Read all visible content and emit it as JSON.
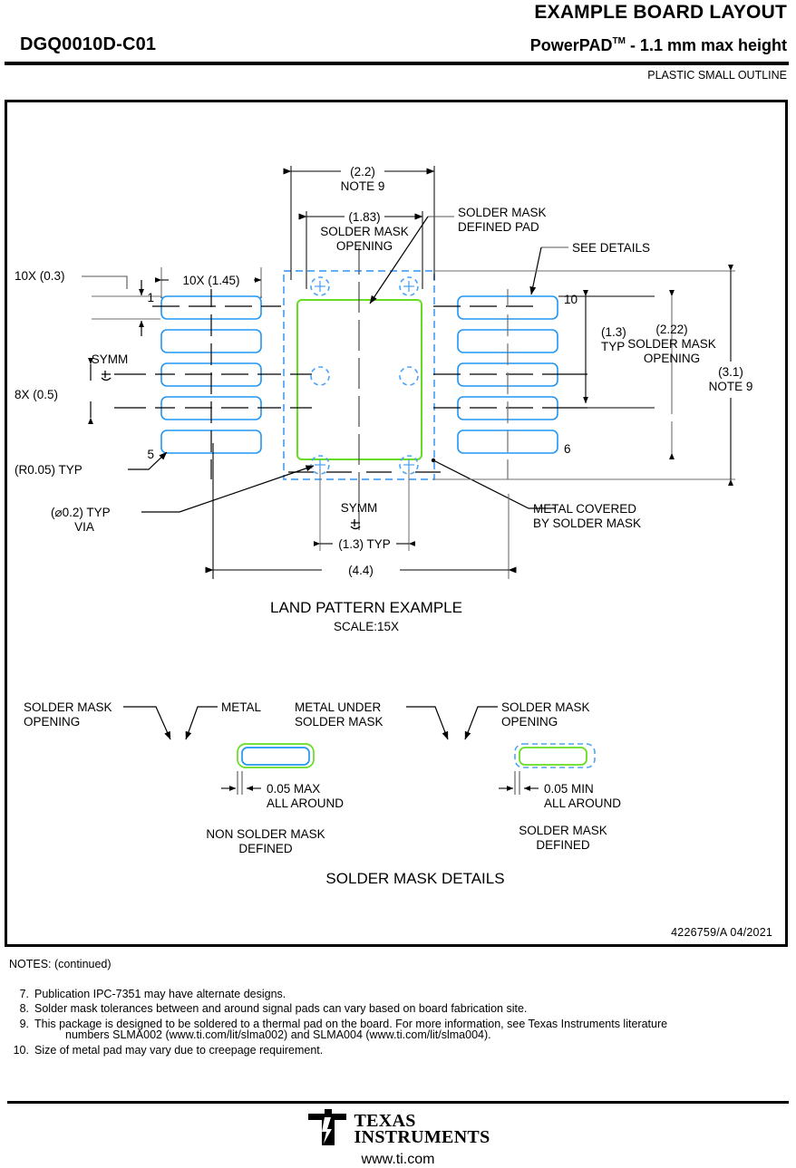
{
  "header": {
    "title": "EXAMPLE BOARD LAYOUT",
    "part_number": "DGQ0010D-C01",
    "package_name": "PowerPAD",
    "trademark": "TM",
    "package_height": "- 1.1 mm max height",
    "subtitle": "PLASTIC SMALL OUTLINE"
  },
  "land_pattern": {
    "caption": "LAND PATTERN EXAMPLE",
    "scale": "SCALE:15X",
    "dim_2_2": "(2.2)",
    "dim_2_2_note": "NOTE 9",
    "dim_1_83": "(1.83)",
    "dim_1_83_l1": "SOLDER MASK",
    "dim_1_83_l2": "OPENING",
    "label_smd_l1": "SOLDER MASK",
    "label_smd_l2": "DEFINED PAD",
    "label_see_details": "SEE DETAILS",
    "dim_10x_03": "10X (0.3)",
    "dim_10x_145": "10X (1.45)",
    "dim_8x_05": "8X (0.5)",
    "symm_left": "SYMM",
    "symm_bottom": "SYMM",
    "pin1": "1",
    "pin5": "5",
    "pin6": "6",
    "pin10": "10",
    "dim_r005": "(R0.05) TYP",
    "dim_via_l1": "(⌀0.2) TYP",
    "dim_via_l2": "VIA",
    "dim_13_typ_v": "(1.3)",
    "dim_13_typ_v2": "TYP",
    "dim_222": "(2.22)",
    "dim_222_l1": "SOLDER MASK",
    "dim_222_l2": "OPENING",
    "dim_31": "(3.1)",
    "dim_31_note": "NOTE 9",
    "dim_13_typ_h": "(1.3) TYP",
    "dim_44": "(4.4)",
    "label_metal_covered_l1": "METAL COVERED",
    "label_metal_covered_l2": "BY SOLDER MASK"
  },
  "solder_mask_details": {
    "caption": "SOLDER MASK DETAILS",
    "left": {
      "label_opening_l1": "SOLDER MASK",
      "label_opening_l2": "OPENING",
      "label_metal": "METAL",
      "dim_l1": "0.05 MAX",
      "dim_l2": "ALL AROUND",
      "caption_l1": "NON SOLDER MASK",
      "caption_l2": "DEFINED"
    },
    "right": {
      "label_metal_under_l1": "METAL UNDER",
      "label_metal_under_l2": "SOLDER MASK",
      "label_opening_l1": "SOLDER MASK",
      "label_opening_l2": "OPENING",
      "dim_l1": "0.05 MIN",
      "dim_l2": "ALL AROUND",
      "caption_l1": "SOLDER MASK",
      "caption_l2": "DEFINED"
    }
  },
  "doc_number": "4226759/A   04/2021",
  "notes": {
    "heading": "NOTES: (continued)",
    "items": [
      {
        "num": "7.",
        "text": "Publication IPC-7351 may have alternate designs.",
        "cont": ""
      },
      {
        "num": "8.",
        "text": "Solder mask tolerances between and around signal pads can vary based on board fabrication site.",
        "cont": ""
      },
      {
        "num": "9.",
        "text": "This package is designed to be soldered to a thermal pad on the board. For more information, see Texas Instruments literature",
        "cont": "numbers SLMA002 (www.ti.com/lit/slma002) and SLMA004 (www.ti.com/lit/slma004)."
      },
      {
        "num": "10.",
        "text": "Size of metal pad may vary due to creepage requirement.",
        "cont": ""
      }
    ]
  },
  "footer": {
    "company_line1": "TEXAS",
    "company_line2": "INSTRUMENTS",
    "url": "www.ti.com"
  },
  "colors": {
    "pad_blue": "#2196f3",
    "mask_blue_dashed": "#4da3f7",
    "metal_green": "#66dd22",
    "line_black": "#000000",
    "line_gray": "#6e6e6e"
  }
}
